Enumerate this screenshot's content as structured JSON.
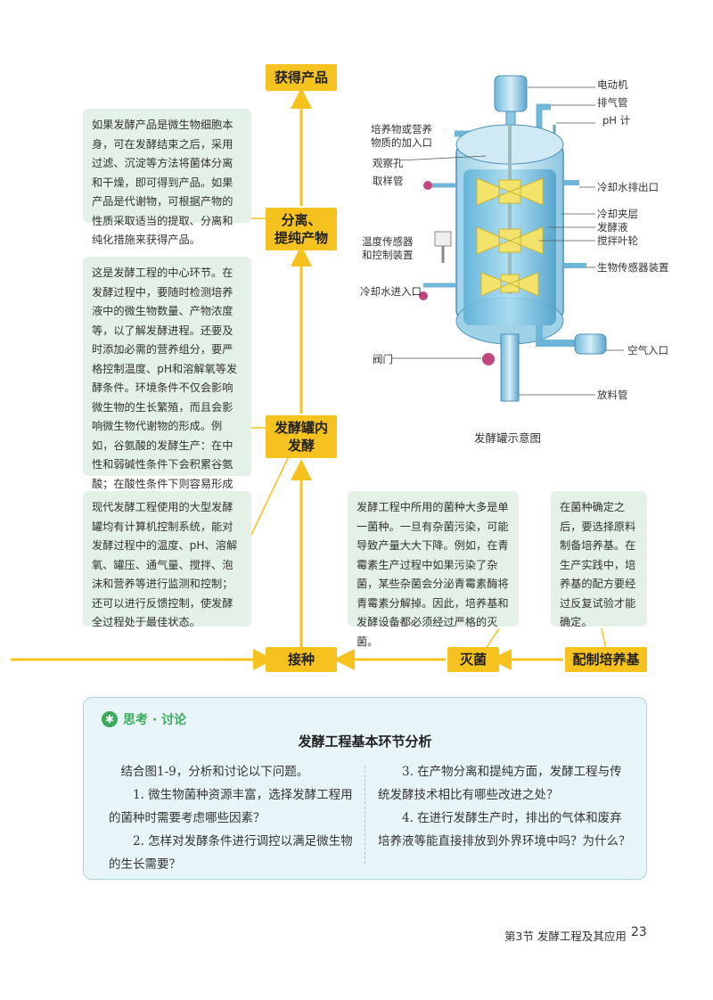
{
  "flow": {
    "product": "获得产品",
    "separate": "分离、\n提纯产物",
    "ferment": "发酵罐内\n发酵",
    "inoculate": "接种",
    "sterilize": "灭菌",
    "medium": "配制培养基"
  },
  "notes": {
    "separate": "如果发酵产品是微生物细胞本身，可在发酵结束之后，采用过滤、沉淀等方法将菌体分离和干燥，即可得到产品。如果产品是代谢物，可根据产物的性质采取适当的提取、分离和纯化措施来获得产品。",
    "ferment": "这是发酵工程的中心环节。在发酵过程中，要随时检测培养液中的微生物数量、产物浓度等，以了解发酵进程。还要及时添加必需的营养组分，要严格控制温度、pH和溶解氧等发酵条件。环境条件不仅会影响微生物的生长繁殖，而且会影响微生物代谢物的形成。例如，谷氨酸的发酵生产：在中性和弱碱性条件下会积累谷氨酸；在酸性条件下则容易形成谷氨酰胺和N-乙酰谷氨酰胺。",
    "control": "现代发酵工程使用的大型发酵罐均有计算机控制系统，能对发酵过程中的温度、pH、溶解氧、罐压、通气量、搅拌、泡沫和营养等进行监测和控制；还可以进行反馈控制，使发酵全过程处于最佳状态。",
    "sterilize": "发酵工程中所用的菌种大多是单一菌种。一旦有杂菌污染，可能导致产量大大下降。例如，在青霉素生产过程中如果污染了杂菌，某些杂菌会分泌青霉素酶将青霉素分解掉。因此，培养基和发酵设备都必须经过严格的灭菌。",
    "medium": "在菌种确定之后，要选择原料制备培养基。在生产实践中，培养基的配方要经过反复试验才能确定。"
  },
  "diagram": {
    "motor": "电动机",
    "exhaust": "排气管",
    "ph": "pH 计",
    "feed": "培养物或营养\n物质的加入口",
    "window": "观察孔",
    "sample": "取样管",
    "cool_out": "冷却水排出口",
    "jacket": "冷却夹层",
    "broth": "发酵液",
    "impeller": "搅拌叶轮",
    "temp": "温度传感器\n和控制装置",
    "biosensor": "生物传感器装置",
    "cool_in": "冷却水进入口",
    "air_in": "空气入口",
    "valve": "阀门",
    "discharge": "放料管",
    "caption": "发酵罐示意图"
  },
  "think": {
    "header": "思考 · 讨论",
    "title": "发酵工程基本环节分析",
    "intro": "结合图1-9，分析和讨论以下问题。",
    "q1": "1. 微生物菌种资源丰富，选择发酵工程用的菌种时需要考虑哪些因素？",
    "q2": "2. 怎样对发酵条件进行调控以满足微生物的生长需要？",
    "q3": "3. 在产物分离和提纯方面，发酵工程与传统发酵技术相比有哪些改进之处？",
    "q4": "4. 在进行发酵生产时，排出的气体和废弃培养液等能直接排放到外界环境中吗？为什么？"
  },
  "footer": {
    "section": "第3节  发酵工程及其应用",
    "page": "23"
  },
  "colors": {
    "flow": "#f6c21f",
    "note_bg": "#e3f1e6",
    "think_accent": "#3aaa5c"
  }
}
